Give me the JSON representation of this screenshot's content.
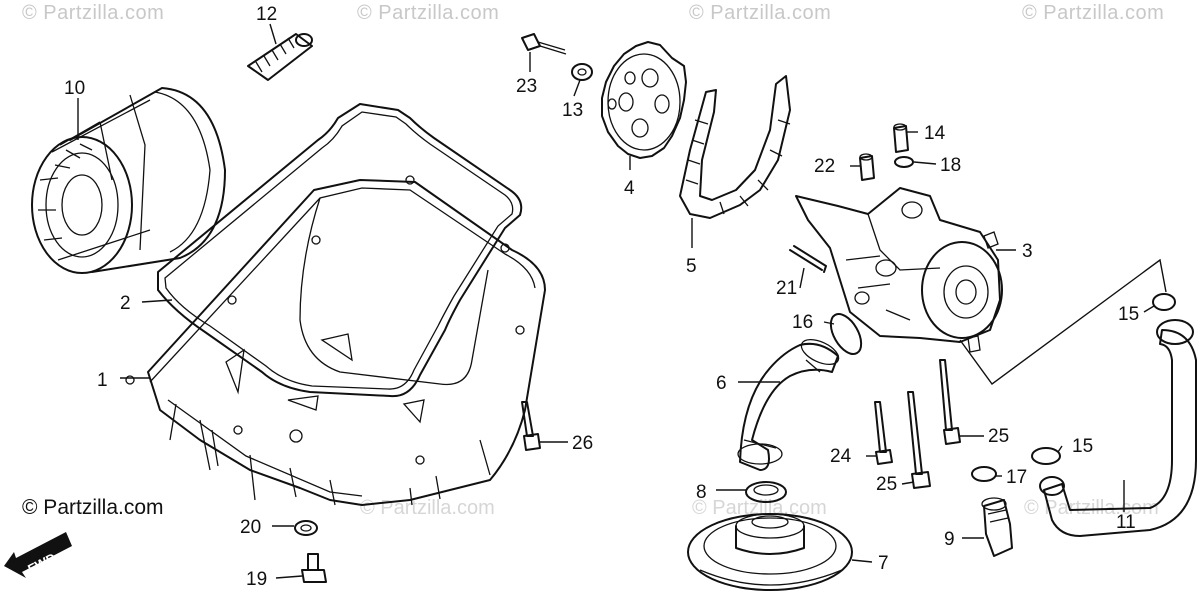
{
  "watermarks": [
    "© Partzilla.com",
    "© Partzilla.com",
    "© Partzilla.com",
    "© Partzilla.com"
  ],
  "inline_watermarks": [
    "© Partzilla.com",
    "© Partzilla.com",
    "© Partzilla.com"
  ],
  "copyright": "© Partzilla.com",
  "fwd_label": "FWD",
  "callouts": {
    "p1": "1",
    "p2": "2",
    "p3": "3",
    "p4": "4",
    "p5": "5",
    "p6": "6",
    "p7": "7",
    "p8": "8",
    "p9": "9",
    "p10": "10",
    "p11": "11",
    "p12": "12",
    "p13": "13",
    "p14": "14",
    "p15a": "15",
    "p15b": "15",
    "p16": "16",
    "p17": "17",
    "p18": "18",
    "p19": "19",
    "p20": "20",
    "p21": "21",
    "p22": "22",
    "p23": "23",
    "p24": "24",
    "p25a": "25",
    "p25b": "25",
    "p26": "26"
  }
}
